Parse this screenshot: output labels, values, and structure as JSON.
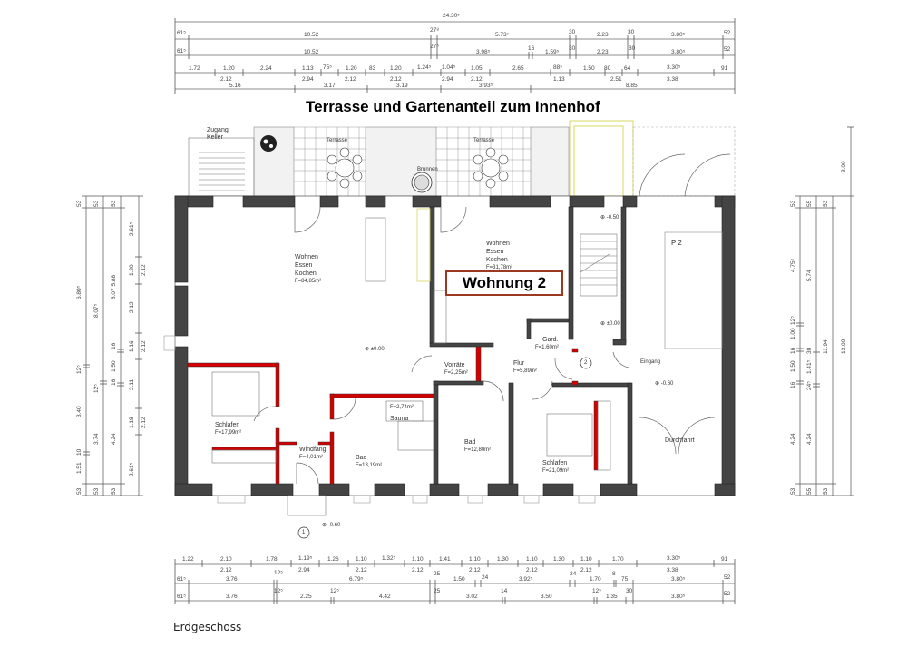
{
  "title": "Terrasse und Gartenanteil zum Innenhof",
  "unit_label": "Wohnung 2",
  "floor_label": "Erdgeschoss",
  "colors": {
    "wall": "#444444",
    "new_wall": "#d40000",
    "badge_border": "#9b3a20",
    "highlight": "#d8d860"
  },
  "rooms": [
    {
      "name": "Wohnen\nEssen\nKochen",
      "line1": "Wohnen",
      "line2": "Essen",
      "line3": "Kochen",
      "area": "F=84,85m²"
    },
    {
      "name": "Wohnen Essen Kochen (2)",
      "line1": "Wohnen",
      "line2": "Essen",
      "line3": "Kochen",
      "area": "F=31,78m²"
    },
    {
      "name": "Schlafen",
      "line1": "Schlafen",
      "area": "F=17,99m²"
    },
    {
      "name": "Windfang",
      "line1": "Windfang",
      "area": "F=4,01m²"
    },
    {
      "name": "Bad",
      "line1": "Bad",
      "area": "F=13,19m²"
    },
    {
      "name": "Sauna",
      "line1": "Sauna",
      "area": "F=2,74m²"
    },
    {
      "name": "Vorräte",
      "line1": "Vorräte",
      "area": "F=2,25m²"
    },
    {
      "name": "Flur",
      "line1": "Flur",
      "area": "F=5,89m²"
    },
    {
      "name": "Gard.",
      "line1": "Gard.",
      "area": "F=1,60m²"
    },
    {
      "name": "Bad 2",
      "line1": "Bad",
      "area": "F=12,80m²"
    },
    {
      "name": "Schlafen 2",
      "line1": "Schlafen",
      "area": "F=21,09m²"
    },
    {
      "name": "Durchfahrt",
      "line1": "Durchfahrt"
    },
    {
      "name": "P 2",
      "line1": "P 2"
    }
  ],
  "outside_labels": {
    "zugang": "Zugang",
    "keller": "Keller",
    "terrasse1": "Terrasse",
    "terrasse2": "Terrasse",
    "brunnen": "Brunnen",
    "eingang": "Eingang"
  },
  "levels": {
    "l1": "±0.00",
    "l2": "-0.50",
    "l3": "±0.00",
    "l4": "-0.60",
    "l5": "-0.60"
  },
  "entrances": {
    "e1": "1",
    "e2": "2"
  },
  "dimensions": {
    "top": {
      "row1": [
        "24.30⁵"
      ],
      "row2": [
        "61⁵",
        "10.52",
        "27⁸",
        "5.73⁷",
        "30",
        "2.23",
        "30",
        "3.80⁵",
        "52"
      ],
      "row3": [
        "61⁵",
        "10.52",
        "27⁵",
        "3.98⁵",
        "16",
        "1.59⁵",
        "30",
        "2.23",
        "30",
        "3.80⁵",
        "52"
      ],
      "row4": [
        "1.72",
        "1.20",
        "2.24",
        "1.13",
        "75⁵",
        "1.20",
        "83",
        "1.20",
        "1.24⁵",
        "1.04⁵",
        "1.05",
        "2.65",
        "88⁵",
        "1.50",
        "80",
        "64",
        "3.30⁵",
        "91"
      ],
      "row4_sub": [
        "2.12",
        "2.94",
        "2.12",
        "2.12",
        "2.94",
        "2.12",
        "1.13",
        "2.51",
        "3.38"
      ],
      "row5": [
        "5.16",
        "3.17",
        "3.19",
        "3.93⁵",
        "8.85"
      ]
    },
    "bottom": {
      "row1": [
        "1.22",
        "2.10",
        "1.78",
        "1.19⁵",
        "1.26",
        "1.10",
        "1.32⁵",
        "1.10",
        "1.41",
        "1.10",
        "1.30",
        "1.10",
        "1.30",
        "1.10",
        "1.70",
        "3.30⁵",
        "91"
      ],
      "row1_sub": [
        "2.12",
        "2.94",
        "2.12",
        "2.12",
        "2.12",
        "2.12",
        "2.12",
        "3.38"
      ],
      "row2": [
        "61⁵",
        "3.76",
        "12⁵",
        "6.79⁵",
        "25",
        "1.50",
        "24",
        "3.92⁵",
        "24",
        "1.70",
        "8",
        "75",
        "3.80⁵",
        "52"
      ],
      "row3": [
        "61⁵",
        "3.76",
        "12⁵",
        "2.25",
        "12⁵",
        "4.42",
        "25",
        "3.02",
        "14",
        "3.50",
        "12⁵",
        "1.35",
        "30",
        "3.80⁵",
        "52"
      ]
    },
    "left": {
      "col1": [
        "53",
        "6.80⁵",
        "12⁵",
        "3.40",
        "10",
        "1.51",
        "53"
      ],
      "col2": [
        "53",
        "8.07⁵",
        "12⁵",
        "3.74",
        "53"
      ],
      "col3": [
        "53",
        "8.07",
        "5.88",
        "16",
        "1.50",
        "16",
        "4.24",
        "53"
      ],
      "col4": [
        "2.61⁵",
        "1.20",
        "2.12",
        "2.12",
        "1.16",
        "2.12",
        "2.11",
        "1.18",
        "2.12",
        "2.61⁵"
      ]
    },
    "right": {
      "col1": [
        "53",
        "4.75⁵",
        "12⁵",
        "1.00",
        "16",
        "1.50",
        "16",
        "4.24",
        "53"
      ],
      "col2": [
        "53",
        "5.74",
        "30",
        "1.41⁵",
        "24⁵",
        "4.24",
        "53"
      ],
      "col3": [
        "53",
        "11.94",
        "53"
      ],
      "col4": [
        "3.00",
        "13.00"
      ]
    }
  }
}
